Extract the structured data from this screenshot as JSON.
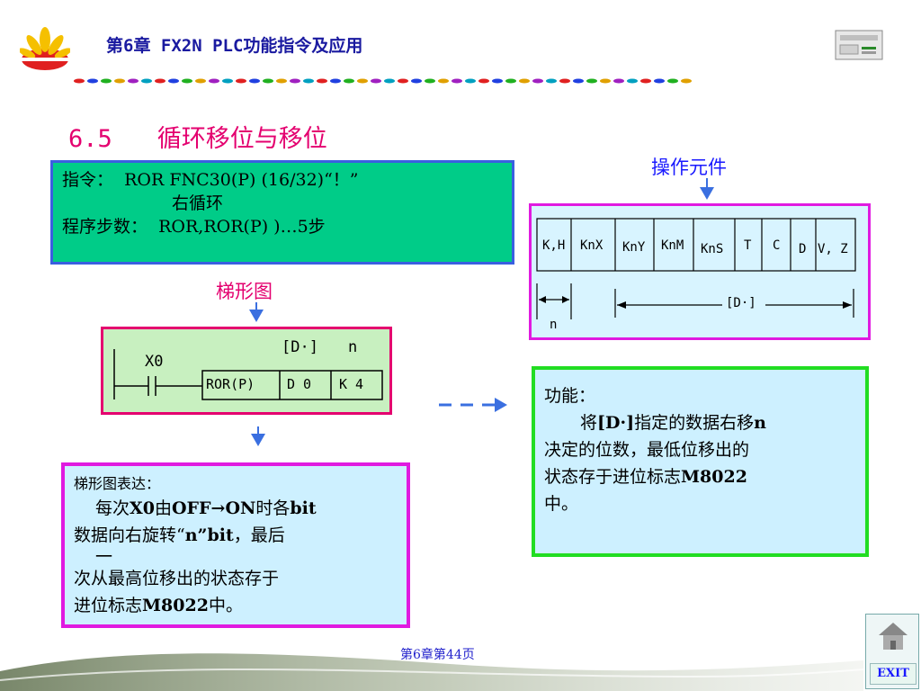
{
  "header": {
    "title": "第6章   FX2N PLC功能指令及应用"
  },
  "section": {
    "number": "6.5",
    "title": "循环移位与移位"
  },
  "instruction": {
    "line1_label": "指令：",
    "line1_value": "ROR FNC30(P) (16/32)“！”",
    "line2": "右循环",
    "line3_label": "程序步数：",
    "line3_value": "ROR,ROR(P) )…5步"
  },
  "labels": {
    "operands": "操作元件",
    "ladder": "梯形图"
  },
  "ladder": {
    "contact": "X0",
    "instr": "ROR(P)",
    "arg1": "D 0",
    "arg2": "K 4",
    "arg1_label": "[D·]",
    "arg2_label": "n"
  },
  "operands": {
    "cells": [
      "K,H",
      "KnX",
      "KnY",
      "KnM",
      "KnS",
      "T",
      "C",
      "D",
      "V, Z"
    ],
    "range_n": "n",
    "range_d": "[D·]"
  },
  "function": {
    "title": "功能：",
    "text_a": "将",
    "text_b": "[D·]",
    "text_c": "指定的数据右移",
    "text_d": "n",
    "line2": "决定的位数，最低位移出的",
    "line3a": "状态存于进位标志",
    "line3b": "M8022",
    "line4": "中。"
  },
  "description": {
    "title": "梯形图表达：",
    "l1a": "每次",
    "l1b": "X0",
    "l1c": "由",
    "l1d": "OFF→ON",
    "l1e": "时各",
    "l1f": "bit",
    "l2a": "数据向右旋转“",
    "l2b": "n”bit",
    "l2c": "，最后",
    "l3": "一",
    "l4": "次从最高位移出的状态存于",
    "l5a": "进位标志",
    "l5b": "M8022",
    "l5c": "中。"
  },
  "footer": {
    "page": "第6章第44页",
    "exit": "EXIT"
  }
}
